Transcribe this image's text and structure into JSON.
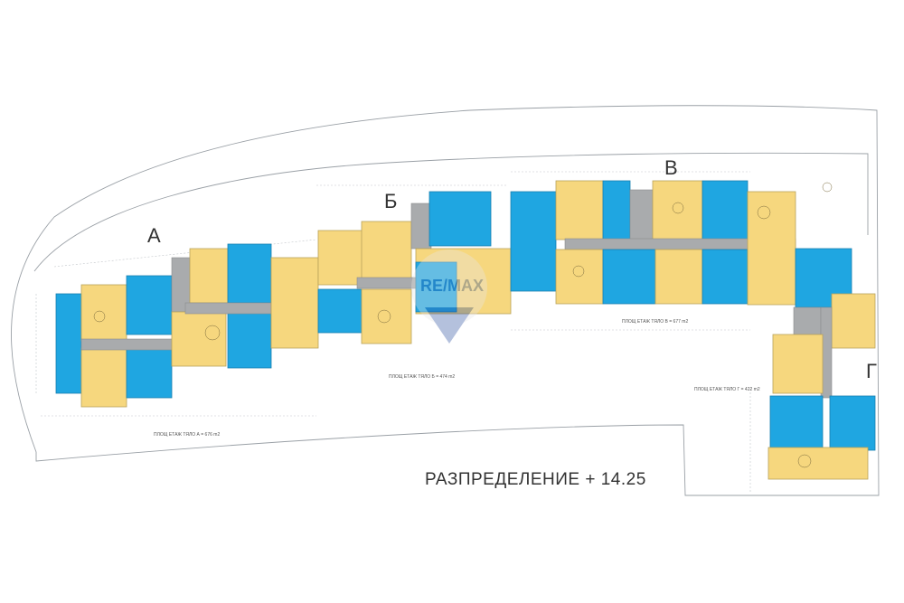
{
  "plan": {
    "title": "РАЗПРЕДЕЛЕНИЕ + 14.25",
    "sections": [
      {
        "id": "A",
        "label": "А",
        "area_note": "ПЛОЩ ЕТАЖ ТЯЛО А = 676 m2"
      },
      {
        "id": "B",
        "label": "Б",
        "area_note": "ПЛОЩ ЕТАЖ ТЯЛО Б = 474 m2"
      },
      {
        "id": "V",
        "label": "В",
        "area_note": "ПЛОЩ ЕТАЖ ТЯЛО В = 677 m2"
      },
      {
        "id": "G",
        "label": "Г",
        "area_note": "ПЛОЩ ЕТАЖ ТЯЛО Г = 422 m2"
      }
    ],
    "watermark": "RE/MAX",
    "colors": {
      "unit_yellow": "#f6d77e",
      "unit_blue": "#1fa6e1",
      "core_gray": "#a9abad"
    }
  }
}
